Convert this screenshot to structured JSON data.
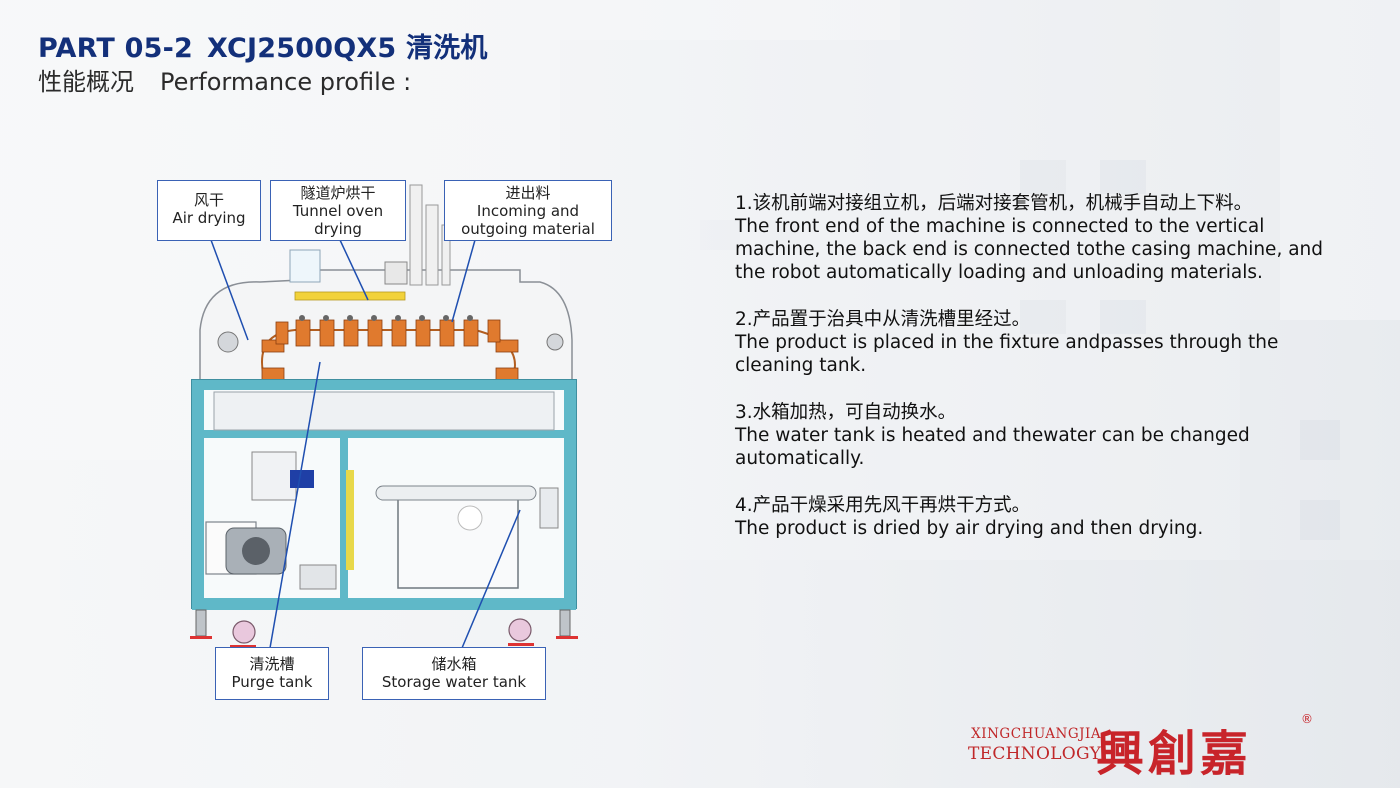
{
  "header": {
    "part": "PART 05-2",
    "model": "XCJ2500QX5 清洗机",
    "subtitle_cn": "性能概况",
    "subtitle_en": "Performance profile :"
  },
  "callouts": {
    "air_drying": {
      "cn": "风干",
      "en": "Air drying"
    },
    "tunnel_oven": {
      "cn": "隧道炉烘干",
      "en1": "Tunnel oven",
      "en2": "drying"
    },
    "incoming": {
      "cn": "进出料",
      "en1": "Incoming and",
      "en2": "outgoing material"
    },
    "purge_tank": {
      "cn": "清洗槽",
      "en": "Purge tank"
    },
    "storage_tank": {
      "cn": "储水箱",
      "en": "Storage water tank"
    }
  },
  "description": [
    {
      "cn": "1.该机前端对接组立机，后端对接套管机，机械手自动上下料。",
      "en": [
        "The front end of the machine is connected to the vertical",
        "machine, the back end is connected tothe casing machine, and",
        "the robot automatically loading and unloading materials."
      ]
    },
    {
      "cn": "2.产品置于治具中从清洗槽里经过。",
      "en": [
        "The product is placed in the fixture andpasses through the",
        "cleaning tank."
      ]
    },
    {
      "cn": "3.水箱加热，可自动换水。",
      "en": [
        "The water tank is heated and thewater can be changed",
        "automatically."
      ]
    },
    {
      "cn": "4.产品干燥采用先风干再烘干方式。",
      "en": [
        "The product is dried by air drying and then drying."
      ]
    }
  ],
  "logo": {
    "en_line1": "XINGCHUANGJIA",
    "en_line2": "TECHNOLOGY",
    "cn": "興創嘉",
    "reg": "®"
  },
  "colors": {
    "title_blue": "#13307a",
    "callout_border": "#3a62b5",
    "frame_teal": "#5fb8c8",
    "chain_orange": "#e07a2e",
    "logo_red": "#c8242a"
  }
}
